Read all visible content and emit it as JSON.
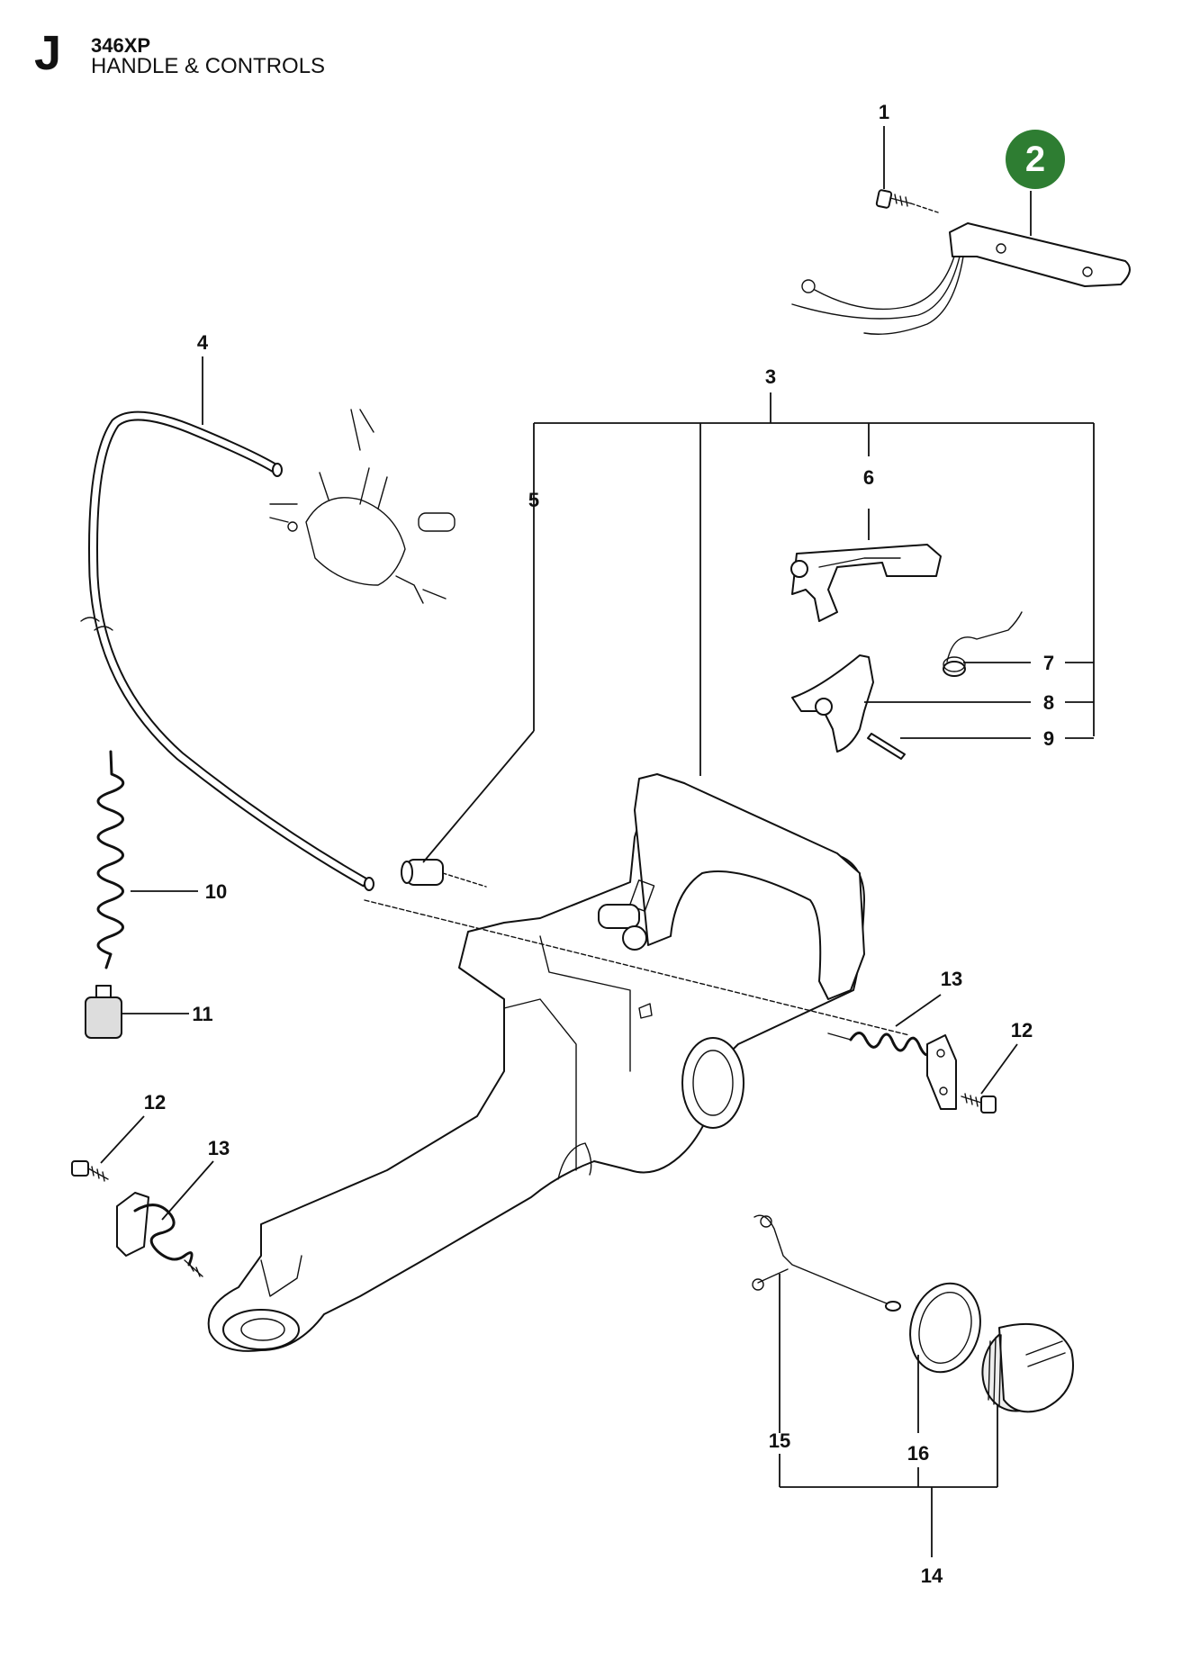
{
  "header": {
    "section_letter": "J",
    "model": "346XP",
    "title": "HANDLE & CONTROLS"
  },
  "badge": {
    "label": "2",
    "color": "#2e7d32"
  },
  "callouts": [
    {
      "id": "1",
      "label": "1"
    },
    {
      "id": "3",
      "label": "3"
    },
    {
      "id": "4",
      "label": "4"
    },
    {
      "id": "5",
      "label": "5"
    },
    {
      "id": "6",
      "label": "6"
    },
    {
      "id": "7",
      "label": "7"
    },
    {
      "id": "8",
      "label": "8"
    },
    {
      "id": "9",
      "label": "9"
    },
    {
      "id": "10",
      "label": "10"
    },
    {
      "id": "11",
      "label": "11"
    },
    {
      "id": "12a",
      "label": "12"
    },
    {
      "id": "12b",
      "label": "12"
    },
    {
      "id": "13a",
      "label": "13"
    },
    {
      "id": "13b",
      "label": "13"
    },
    {
      "id": "14",
      "label": "14"
    },
    {
      "id": "15",
      "label": "15"
    },
    {
      "id": "16",
      "label": "16"
    }
  ]
}
